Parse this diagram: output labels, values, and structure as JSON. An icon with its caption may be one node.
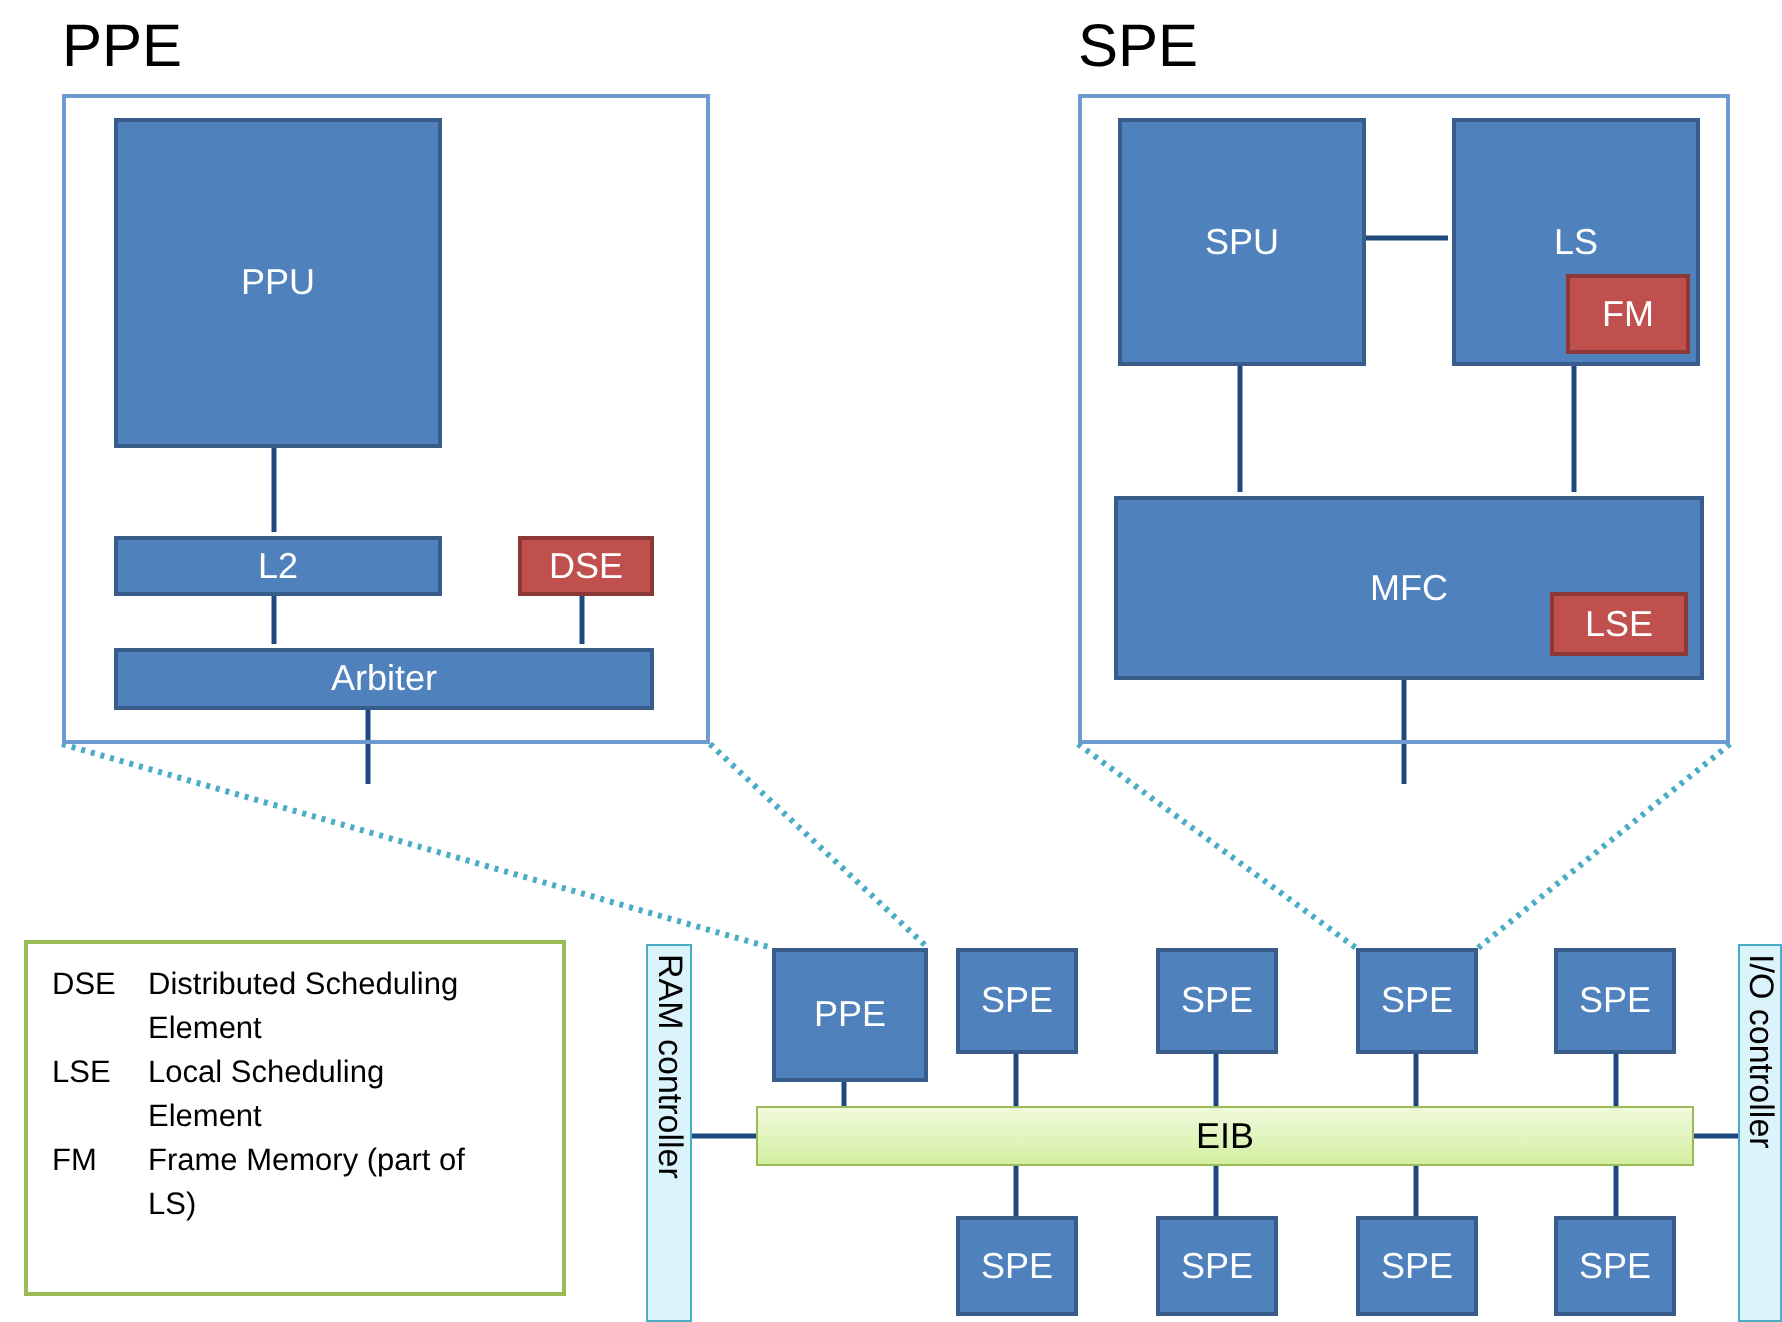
{
  "diagram": {
    "nodes": [
      {
        "text": [
          "PPE"
        ]
      },
      {
        "text": [
          "PPU"
        ],
        "in": 0
      },
      {
        "text": [
          "L2"
        ],
        "in": 0
      },
      {
        "text": [
          "DSE"
        ],
        "in": 0
      },
      {
        "text": [
          "Arbiter"
        ],
        "in": 0
      },
      {
        "text": [
          "SPE"
        ]
      },
      {
        "text": [
          "SPU"
        ],
        "in": 5
      },
      {
        "text": [
          "LS"
        ],
        "in": 5
      },
      {
        "text": [
          "FM"
        ],
        "in": 7
      },
      {
        "text": [
          "MFC"
        ],
        "in": 5
      },
      {
        "text": [
          "LSE"
        ],
        "in": 9
      },
      {
        "text": [
          "DSE",
          "Distributed Scheduling Element",
          "LSE",
          "Local Scheduling Element",
          "FM",
          "Frame Memory (part of LS)"
        ]
      },
      {
        "text": [
          "RAM controller"
        ]
      },
      {
        "text": [
          "PPE"
        ]
      },
      {
        "text": [
          "SPE"
        ]
      },
      {
        "text": [
          "SPE"
        ]
      },
      {
        "text": [
          "SPE"
        ]
      },
      {
        "text": [
          "SPE"
        ]
      },
      {
        "text": [
          "EIB"
        ]
      },
      {
        "text": [
          "I/O controller"
        ]
      },
      {
        "text": [
          "SPE"
        ]
      },
      {
        "text": [
          "SPE"
        ]
      },
      {
        "text": [
          "SPE"
        ]
      },
      {
        "text": [
          "SPE"
        ]
      }
    ],
    "edges": [
      {
        "from": 1,
        "to": 2,
        "arrow": "none"
      },
      {
        "from": 2,
        "to": 4,
        "arrow": "none"
      },
      {
        "from": 3,
        "to": 4,
        "arrow": "none"
      },
      {
        "from": 4,
        "to": null,
        "arrow": "none"
      },
      {
        "from": 6,
        "to": 7,
        "arrow": "none"
      },
      {
        "from": 6,
        "to": 9,
        "arrow": "none"
      },
      {
        "from": 7,
        "to": 9,
        "arrow": "none"
      },
      {
        "from": 9,
        "to": null,
        "arrow": "none"
      },
      {
        "from": 0,
        "to": 13,
        "arrow": "none",
        "style": "dashed",
        "color": "#4bacc6"
      },
      {
        "from": 0,
        "to": 13,
        "arrow": "none",
        "style": "dashed",
        "color": "#4bacc6"
      },
      {
        "from": 5,
        "to": 16,
        "arrow": "none",
        "style": "dashed",
        "color": "#4bacc6"
      },
      {
        "from": 5,
        "to": 16,
        "arrow": "none",
        "style": "dashed",
        "color": "#4bacc6"
      },
      {
        "from": 13,
        "to": 18,
        "arrow": "none"
      },
      {
        "from": 14,
        "to": 18,
        "arrow": "none"
      },
      {
        "from": 15,
        "to": 18,
        "arrow": "none"
      },
      {
        "from": 16,
        "to": 18,
        "arrow": "none"
      },
      {
        "from": 17,
        "to": 18,
        "arrow": "none"
      },
      {
        "from": 18,
        "to": 20,
        "arrow": "none"
      },
      {
        "from": 18,
        "to": 21,
        "arrow": "none"
      },
      {
        "from": 18,
        "to": 22,
        "arrow": "none"
      },
      {
        "from": 18,
        "to": 23,
        "arrow": "none"
      },
      {
        "from": 12,
        "to": 18,
        "arrow": "none"
      },
      {
        "from": 18,
        "to": 19,
        "arrow": "none"
      }
    ]
  }
}
